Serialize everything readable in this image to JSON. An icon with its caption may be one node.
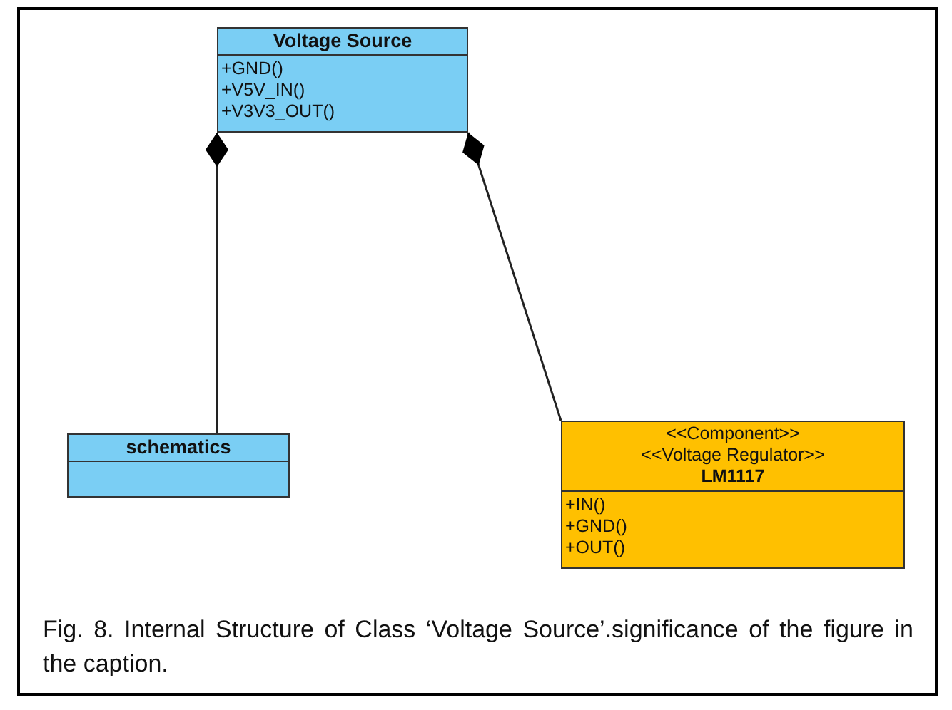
{
  "diagram": {
    "caption": "Fig. 8. Internal Structure of Class ‘Voltage Source’.significance of the figure in the caption.",
    "nodes": [
      {
        "text": [
          "Voltage Source",
          "+GND()",
          "+V5V_IN()",
          "+V3V3_OUT()"
        ]
      },
      {
        "text": [
          "schematics"
        ]
      },
      {
        "text": [
          "<<Component>>",
          "<<Voltage Regulator>>",
          "LM1117",
          "+IN()",
          "+GND()",
          "+OUT()"
        ]
      }
    ],
    "edges": [
      {
        "from": 0,
        "to": 1,
        "arrow": "other"
      },
      {
        "from": 0,
        "to": 2,
        "arrow": "other"
      }
    ]
  }
}
